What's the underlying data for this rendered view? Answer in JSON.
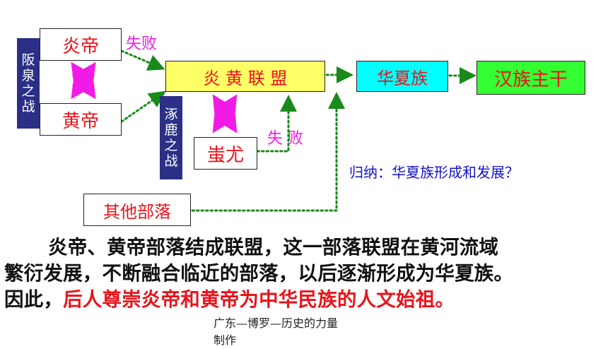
{
  "diagram": {
    "battle_banquan": "阪泉之战",
    "battle_zhuolu": "涿鹿之战",
    "nodes": {
      "yandi": "炎帝",
      "huangdi": "黄帝",
      "alliance": "炎 黄 联 盟",
      "chiyou": "蚩尤",
      "huaxia": "华夏族",
      "hanzu": "汉族主干",
      "other_tribes": "其他部落"
    },
    "defeat_1": "失败",
    "defeat_2": "失 败",
    "question": "归纳：华夏族形成和发展？",
    "colors": {
      "node_text": "#e8141b",
      "label_bg": "#2b2f86",
      "arrow": "#f21ae6",
      "alliance_fill": "#ffff66",
      "huaxia_fill": "#00ffff",
      "hanzu_fill": "#33ff33",
      "dotted_line": "#1a8a1a",
      "question_text": "#1414c8"
    }
  },
  "paragraph": {
    "line1": "炎帝、黄帝部落结成联盟，这一部落联盟在黄河流域",
    "line2": "繁衍发展，不断融合临近的部落，以后逐渐形成为华夏族。",
    "line3_prefix": "因此，",
    "line3_highlight": "后人尊崇炎帝和黄帝为中华民族的人文始祖。"
  },
  "footer": {
    "line1": "广东—博罗—历史的力量",
    "line2": "制作"
  }
}
